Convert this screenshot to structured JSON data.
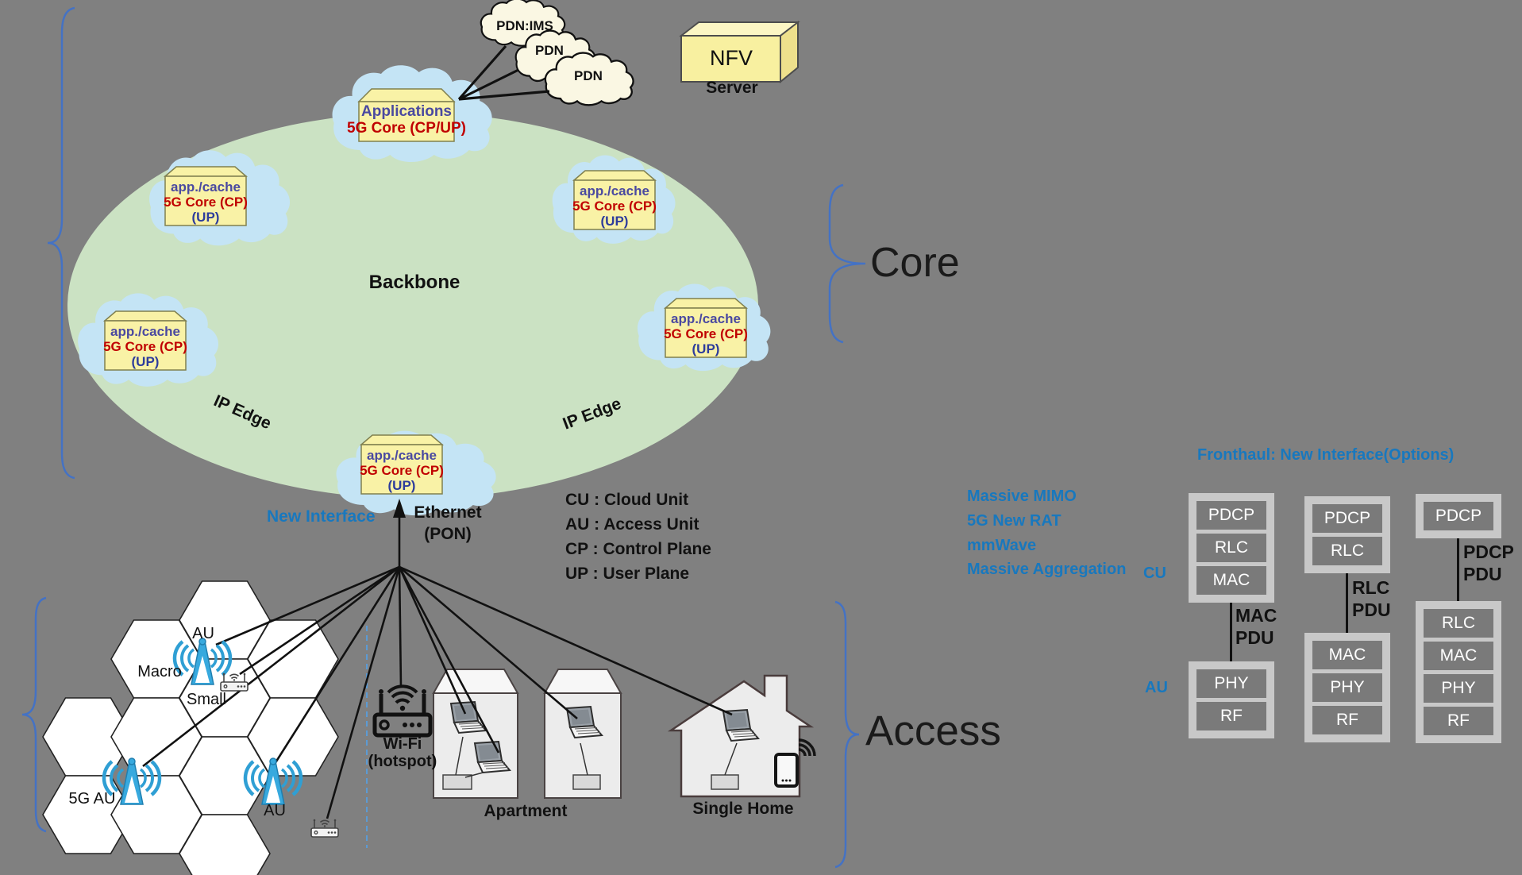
{
  "core": {
    "section_label": "Core",
    "backbone_label": "Backbone",
    "ip_edge_left": "IP Edge",
    "ip_edge_right": "IP Edge",
    "applications_cloud": {
      "line1": "Applications",
      "line2": "5G Core (CP/UP)"
    },
    "app_cache_cloud": {
      "line1": "app./cache",
      "line2": "5G Core (CP)",
      "line3": "(UP)"
    },
    "pdn_clouds": {
      "ims": "PDN:IMS",
      "pdn_a": "PDN",
      "pdn_b": "PDN"
    },
    "nfv": {
      "box_label": "NFV",
      "caption": "Server"
    }
  },
  "interface": {
    "new_interface": "New Interface",
    "ethernet": "Ethernet",
    "pon": "(PON)"
  },
  "legend": {
    "cu": "CU : Cloud Unit",
    "au": "AU : Access Unit",
    "cp": "CP : Control Plane",
    "up": "UP : User Plane"
  },
  "access": {
    "section_label": "Access",
    "au_top": "AU",
    "macro": "Macro",
    "small": "Small",
    "au_5g": "5G AU",
    "au_right": "AU",
    "wifi_line1": "Wi-Fi",
    "wifi_line2": "(hotspot)",
    "apartment": "Apartment",
    "single_home": "Single Home"
  },
  "fronthaul": {
    "title": "Fronthaul: New Interface(Options)",
    "feature1": "Massive MIMO",
    "feature2": "5G New RAT",
    "feature3": "mmWave",
    "feature4": "Massive Aggregation",
    "cu_label": "CU",
    "au_label": "AU",
    "stack1": {
      "cu1": "PDCP",
      "cu2": "RLC",
      "cu3": "MAC",
      "pdu1": "MAC",
      "pdu2": "PDU",
      "au1": "PHY",
      "au2": "RF"
    },
    "stack2": {
      "cu1": "PDCP",
      "cu2": "RLC",
      "pdu1": "RLC",
      "pdu2": "PDU",
      "au1": "MAC",
      "au2": "PHY",
      "au3": "RF"
    },
    "stack3": {
      "cu1": "PDCP",
      "pdu1": "PDCP",
      "pdu2": "PDU",
      "au1": "RLC",
      "au2": "MAC",
      "au3": "PHY",
      "au4": "RF"
    }
  },
  "colors": {
    "background": "#808080",
    "backbone_fill": "#cbe2c3",
    "cloud_fill": "#c4e4f5",
    "box_fill": "#f9f2a6",
    "pdn_fill": "#faf7e3",
    "accent_blue": "#1878be",
    "brace_blue": "#4472c4",
    "red": "#c00000",
    "purple": "#4a49a0",
    "navy": "#2d3c9c"
  }
}
